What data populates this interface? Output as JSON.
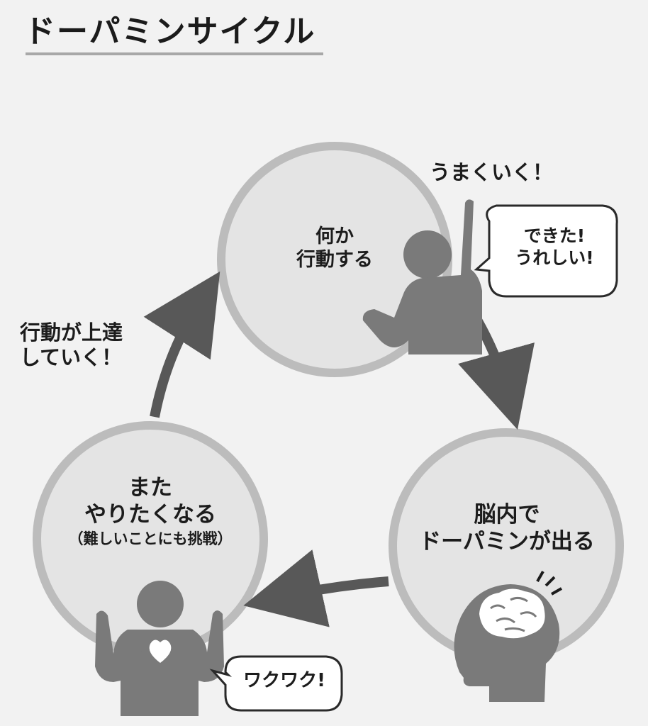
{
  "title": "ドーパミンサイクル",
  "nodes": [
    {
      "line1": "何か",
      "line2": "行動する"
    },
    {
      "line1": "脳内で",
      "line2": "ドーパミンが出る"
    },
    {
      "line1": "また",
      "line2": "やりたくなる",
      "note": "（難しいことにも挑戦）"
    }
  ],
  "labels": {
    "success": "うまくいく！",
    "improve_line1": "行動が上達",
    "improve_line2": "していく！"
  },
  "bubbles": {
    "dekita_line1": "できた!",
    "dekita_line2": "うれしい!",
    "wakuwaku": "ワクワク!"
  },
  "colors": {
    "background": "#f2f2f2",
    "circle_fill": "#e4e4e4",
    "circle_ring": "#bcbcbc",
    "figure": "#7a7a7a",
    "arrow": "#585858",
    "title_underline": "#a8a8a8"
  }
}
